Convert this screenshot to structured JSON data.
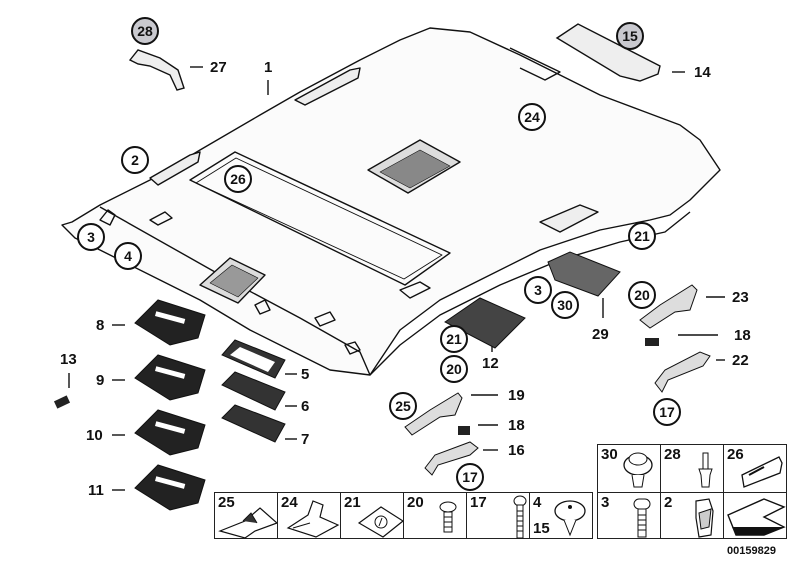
{
  "diagram": {
    "title": "Headliner exploded parts diagram",
    "document_number": "00159829",
    "callouts": [
      {
        "id": "c28",
        "text": "28",
        "style": "highlighted"
      },
      {
        "id": "c15",
        "text": "15",
        "style": "highlighted"
      },
      {
        "id": "c2",
        "text": "2",
        "style": "circled"
      },
      {
        "id": "c26",
        "text": "26",
        "style": "circled"
      },
      {
        "id": "c24",
        "text": "24",
        "style": "circled"
      },
      {
        "id": "c3a",
        "text": "3",
        "style": "circled"
      },
      {
        "id": "c4",
        "text": "4",
        "style": "circled"
      },
      {
        "id": "c3b",
        "text": "3",
        "style": "circled"
      },
      {
        "id": "c30",
        "text": "30",
        "style": "circled"
      },
      {
        "id": "c21a",
        "text": "21",
        "style": "circled"
      },
      {
        "id": "c20a",
        "text": "20",
        "style": "circled"
      },
      {
        "id": "c21b",
        "text": "21",
        "style": "circled"
      },
      {
        "id": "c20b",
        "text": "20",
        "style": "circled"
      },
      {
        "id": "c25",
        "text": "25",
        "style": "circled"
      },
      {
        "id": "c17a",
        "text": "17",
        "style": "circled"
      },
      {
        "id": "c17b",
        "text": "17",
        "style": "circled"
      }
    ],
    "part_labels": [
      {
        "id": "p27",
        "text": "27"
      },
      {
        "id": "p1",
        "text": "1"
      },
      {
        "id": "p14",
        "text": "14"
      },
      {
        "id": "p8",
        "text": "8"
      },
      {
        "id": "p9",
        "text": "9"
      },
      {
        "id": "p10",
        "text": "10"
      },
      {
        "id": "p11",
        "text": "11"
      },
      {
        "id": "p13",
        "text": "13"
      },
      {
        "id": "p5",
        "text": "5"
      },
      {
        "id": "p6",
        "text": "6"
      },
      {
        "id": "p7",
        "text": "7"
      },
      {
        "id": "p12",
        "text": "12"
      },
      {
        "id": "p29",
        "text": "29"
      },
      {
        "id": "p23",
        "text": "23"
      },
      {
        "id": "p18a",
        "text": "18"
      },
      {
        "id": "p22",
        "text": "22"
      },
      {
        "id": "p19",
        "text": "19"
      },
      {
        "id": "p18b",
        "text": "18"
      },
      {
        "id": "p16",
        "text": "16"
      }
    ],
    "hardware_table": {
      "top_row": [
        {
          "num": "30",
          "part": "expanding-rivet"
        },
        {
          "num": "28",
          "part": "pin-clip"
        },
        {
          "num": "26",
          "part": "trim-strip"
        }
      ],
      "bottom_row": [
        {
          "num": "25",
          "part": "clip-nut"
        },
        {
          "num": "24",
          "part": "spring-clip"
        },
        {
          "num": "21",
          "part": "speed-nut"
        },
        {
          "num": "20",
          "part": "self-tapping-screw"
        },
        {
          "num": "17",
          "part": "long-screw"
        },
        {
          "num": "4",
          "num2": "15",
          "part": "push-rivet"
        },
        {
          "num": "3",
          "part": "fillister-screw"
        },
        {
          "num": "2",
          "part": "clip"
        },
        {
          "num": "",
          "part": "arrow-indicator"
        }
      ]
    }
  }
}
